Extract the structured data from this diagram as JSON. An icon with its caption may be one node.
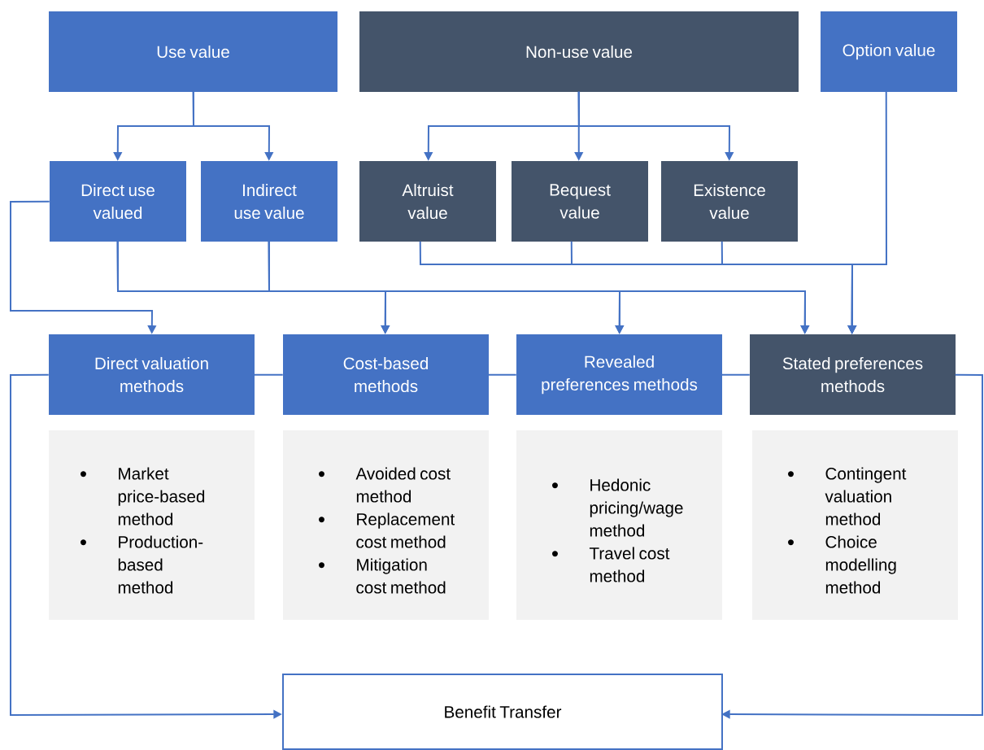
{
  "diagram": {
    "nodes": [
      {
        "text": [
          "Use value"
        ]
      },
      {
        "text": [
          "Non-use value"
        ]
      },
      {
        "text": [
          "Option value"
        ]
      },
      {
        "text": [
          "Direct use valued"
        ]
      },
      {
        "text": [
          "Indirect use value"
        ]
      },
      {
        "text": [
          "Altruist value"
        ]
      },
      {
        "text": [
          "Bequest value"
        ]
      },
      {
        "text": [
          "Existence value"
        ]
      },
      {
        "text": [
          "Direct valuation methods"
        ]
      },
      {
        "text": [
          "Cost-based methods"
        ]
      },
      {
        "text": [
          "Revealed preferences methods"
        ]
      },
      {
        "text": [
          "Stated preferences methods"
        ]
      },
      {
        "text": [
          "Market price-based method",
          "Production-based method"
        ]
      },
      {
        "text": [
          "Avoided cost method",
          "Replacement cost method",
          "Mitigation cost method"
        ]
      },
      {
        "text": [
          "Hedonic pricing/wage method",
          "Travel cost method"
        ]
      },
      {
        "text": [
          "Contingent valuation method",
          "Choice modelling method"
        ]
      },
      {
        "text": [
          "Benefit Transfer"
        ]
      }
    ],
    "edges": [
      {
        "from": 0,
        "to": 3,
        "arrow": "to"
      },
      {
        "from": 0,
        "to": 4,
        "arrow": "to"
      },
      {
        "from": 1,
        "to": 5,
        "arrow": "to"
      },
      {
        "from": 1,
        "to": 6,
        "arrow": "to"
      },
      {
        "from": 1,
        "to": 7,
        "arrow": "to"
      },
      {
        "from": 3,
        "to": 8,
        "arrow": "to"
      },
      {
        "from": 3,
        "to": 9,
        "arrow": "to"
      },
      {
        "from": 3,
        "to": 10,
        "arrow": "to"
      },
      {
        "from": 3,
        "to": 11,
        "arrow": "to"
      },
      {
        "from": 4,
        "to": 9,
        "arrow": "to"
      },
      {
        "from": 4,
        "to": 10,
        "arrow": "to"
      },
      {
        "from": 4,
        "to": 11,
        "arrow": "to"
      },
      {
        "from": 5,
        "to": 11,
        "arrow": "to"
      },
      {
        "from": 6,
        "to": 11,
        "arrow": "to"
      },
      {
        "from": 7,
        "to": 11,
        "arrow": "to"
      },
      {
        "from": 2,
        "to": 11,
        "arrow": "to"
      },
      {
        "from": 8,
        "to": 9,
        "arrow": "none"
      },
      {
        "from": 9,
        "to": 10,
        "arrow": "none"
      },
      {
        "from": 10,
        "to": 11,
        "arrow": "none"
      },
      {
        "from": 8,
        "to": 16,
        "arrow": "to"
      },
      {
        "from": 11,
        "to": 16,
        "arrow": "to"
      }
    ]
  }
}
